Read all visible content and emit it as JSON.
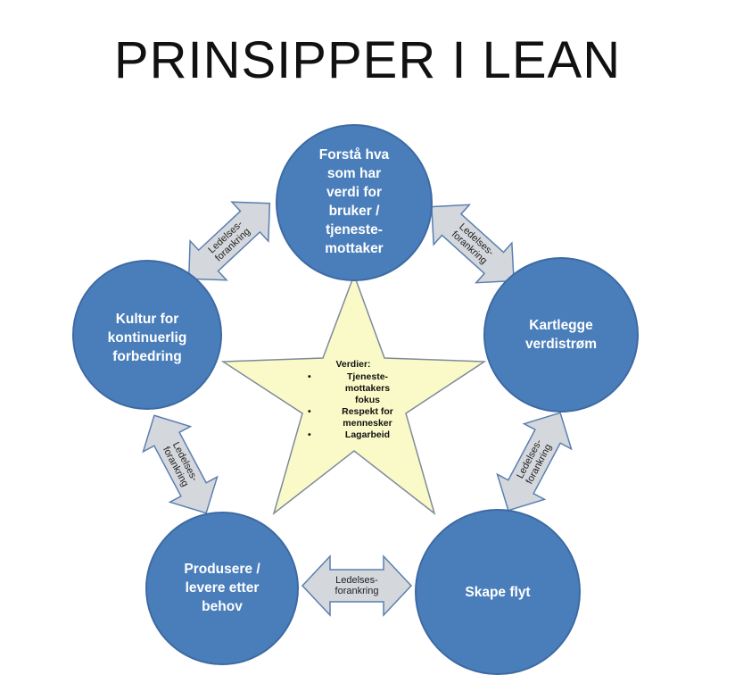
{
  "title": "PRINSIPPER I LEAN",
  "colors": {
    "circle_fill": "#4a7ebb",
    "circle_stroke": "#3d6aa3",
    "star_fill": "#fafac8",
    "star_stroke": "#7f8a9a",
    "arrow_fill": "#d4d7dc",
    "arrow_stroke": "#5a7fb0"
  },
  "principles": [
    {
      "id": "top",
      "lines": [
        "Forstå hva",
        "som har",
        "verdi for",
        "bruker /",
        "tjeneste-",
        "mottaker"
      ]
    },
    {
      "id": "right",
      "lines": [
        "Kartlegge",
        "verdistrøm"
      ]
    },
    {
      "id": "bottom-right",
      "lines": [
        "Skape flyt"
      ]
    },
    {
      "id": "bottom-left",
      "lines": [
        "Produsere /",
        "levere etter",
        "behov"
      ]
    },
    {
      "id": "left",
      "lines": [
        "Kultur for",
        "kontinuerlig",
        "forbedring"
      ]
    }
  ],
  "connector_label": [
    "Ledelses-",
    "forankring"
  ],
  "values": {
    "heading": "Verdier:",
    "items": [
      [
        "Tjeneste-",
        "mottakers",
        "fokus"
      ],
      [
        "Respekt for",
        "mennesker"
      ],
      [
        "Lagarbeid"
      ]
    ]
  }
}
